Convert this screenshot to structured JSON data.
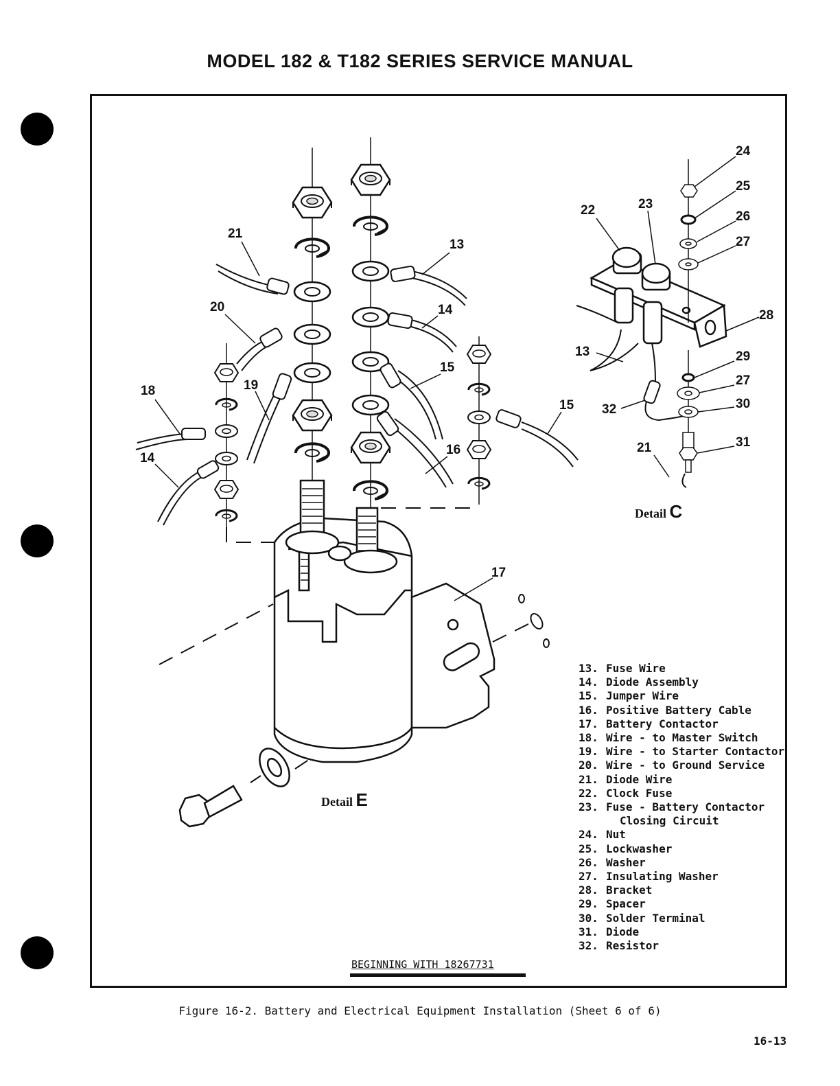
{
  "header": {
    "title": "MODEL 182 & T182 SERIES SERVICE MANUAL"
  },
  "callouts": {
    "c24": "24",
    "c25": "25",
    "c26": "26",
    "c27a": "27",
    "c22": "22",
    "c23": "23",
    "c28": "28",
    "c13a": "13",
    "c29": "29",
    "c27b": "27",
    "c30": "30",
    "c32": "32",
    "c31": "31",
    "c21a": "21",
    "c21b": "21",
    "c13b": "13",
    "c14a": "14",
    "c20": "20",
    "c15a": "15",
    "c19": "19",
    "c18": "18",
    "c15b": "15",
    "c16": "16",
    "c14b": "14",
    "c17": "17"
  },
  "details": {
    "c": {
      "label": "Detail",
      "letter": "C"
    },
    "e": {
      "label": "Detail",
      "letter": "E"
    }
  },
  "legend": [
    {
      "num": "13.",
      "text": "Fuse Wire"
    },
    {
      "num": "14.",
      "text": "Diode Assembly"
    },
    {
      "num": "15.",
      "text": "Jumper Wire"
    },
    {
      "num": "16.",
      "text": "Positive Battery Cable"
    },
    {
      "num": "17.",
      "text": "Battery Contactor"
    },
    {
      "num": "18.",
      "text": "Wire - to Master Switch"
    },
    {
      "num": "19.",
      "text": "Wire - to Starter Contactor"
    },
    {
      "num": "20.",
      "text": "Wire - to Ground Service"
    },
    {
      "num": "21.",
      "text": "Diode Wire"
    },
    {
      "num": "22.",
      "text": "Clock Fuse"
    },
    {
      "num": "23.",
      "text": "Fuse - Battery Contactor",
      "cont": "Closing Circuit"
    },
    {
      "num": "24.",
      "text": "Nut"
    },
    {
      "num": "25.",
      "text": "Lockwasher"
    },
    {
      "num": "26.",
      "text": "Washer"
    },
    {
      "num": "27.",
      "text": "Insulating Washer"
    },
    {
      "num": "28.",
      "text": "Bracket"
    },
    {
      "num": "29.",
      "text": "Spacer"
    },
    {
      "num": "30.",
      "text": "Solder Terminal"
    },
    {
      "num": "31.",
      "text": "Diode"
    },
    {
      "num": "32.",
      "text": "Resistor"
    }
  ],
  "serial_note": "BEGINNING WITH 18267731",
  "caption": "Figure 16-2.  Battery and Electrical Equipment Installation (Sheet 6 of 6)",
  "page_number": "16-13"
}
